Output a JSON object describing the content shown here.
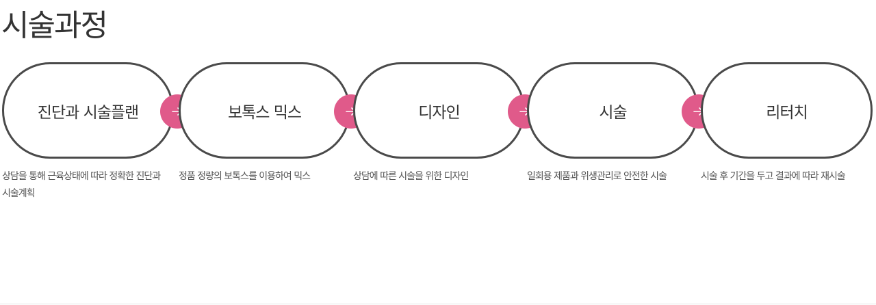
{
  "page": {
    "title": "시술과정"
  },
  "steps": [
    {
      "label": "진단과 시술플랜",
      "description": "상담을 통해 근육상태에 따라 정확한 진단과 시술계획"
    },
    {
      "label": "보톡스 믹스",
      "description": "정품 정량의 보톡스를 이용하여 믹스"
    },
    {
      "label": "디자인",
      "description": "상담에 따른 시술을 위한 디자인"
    },
    {
      "label": "시술",
      "description": "일회용 제품과 위생관리로 안전한 시술"
    },
    {
      "label": "리터치",
      "description": "시술 후 기간을 두고 결과에 따라 재시술"
    }
  ],
  "colors": {
    "accent": "#e05a8a",
    "border": "#4a4a4a"
  },
  "icons": {
    "connector": "arrow-right-icon"
  }
}
